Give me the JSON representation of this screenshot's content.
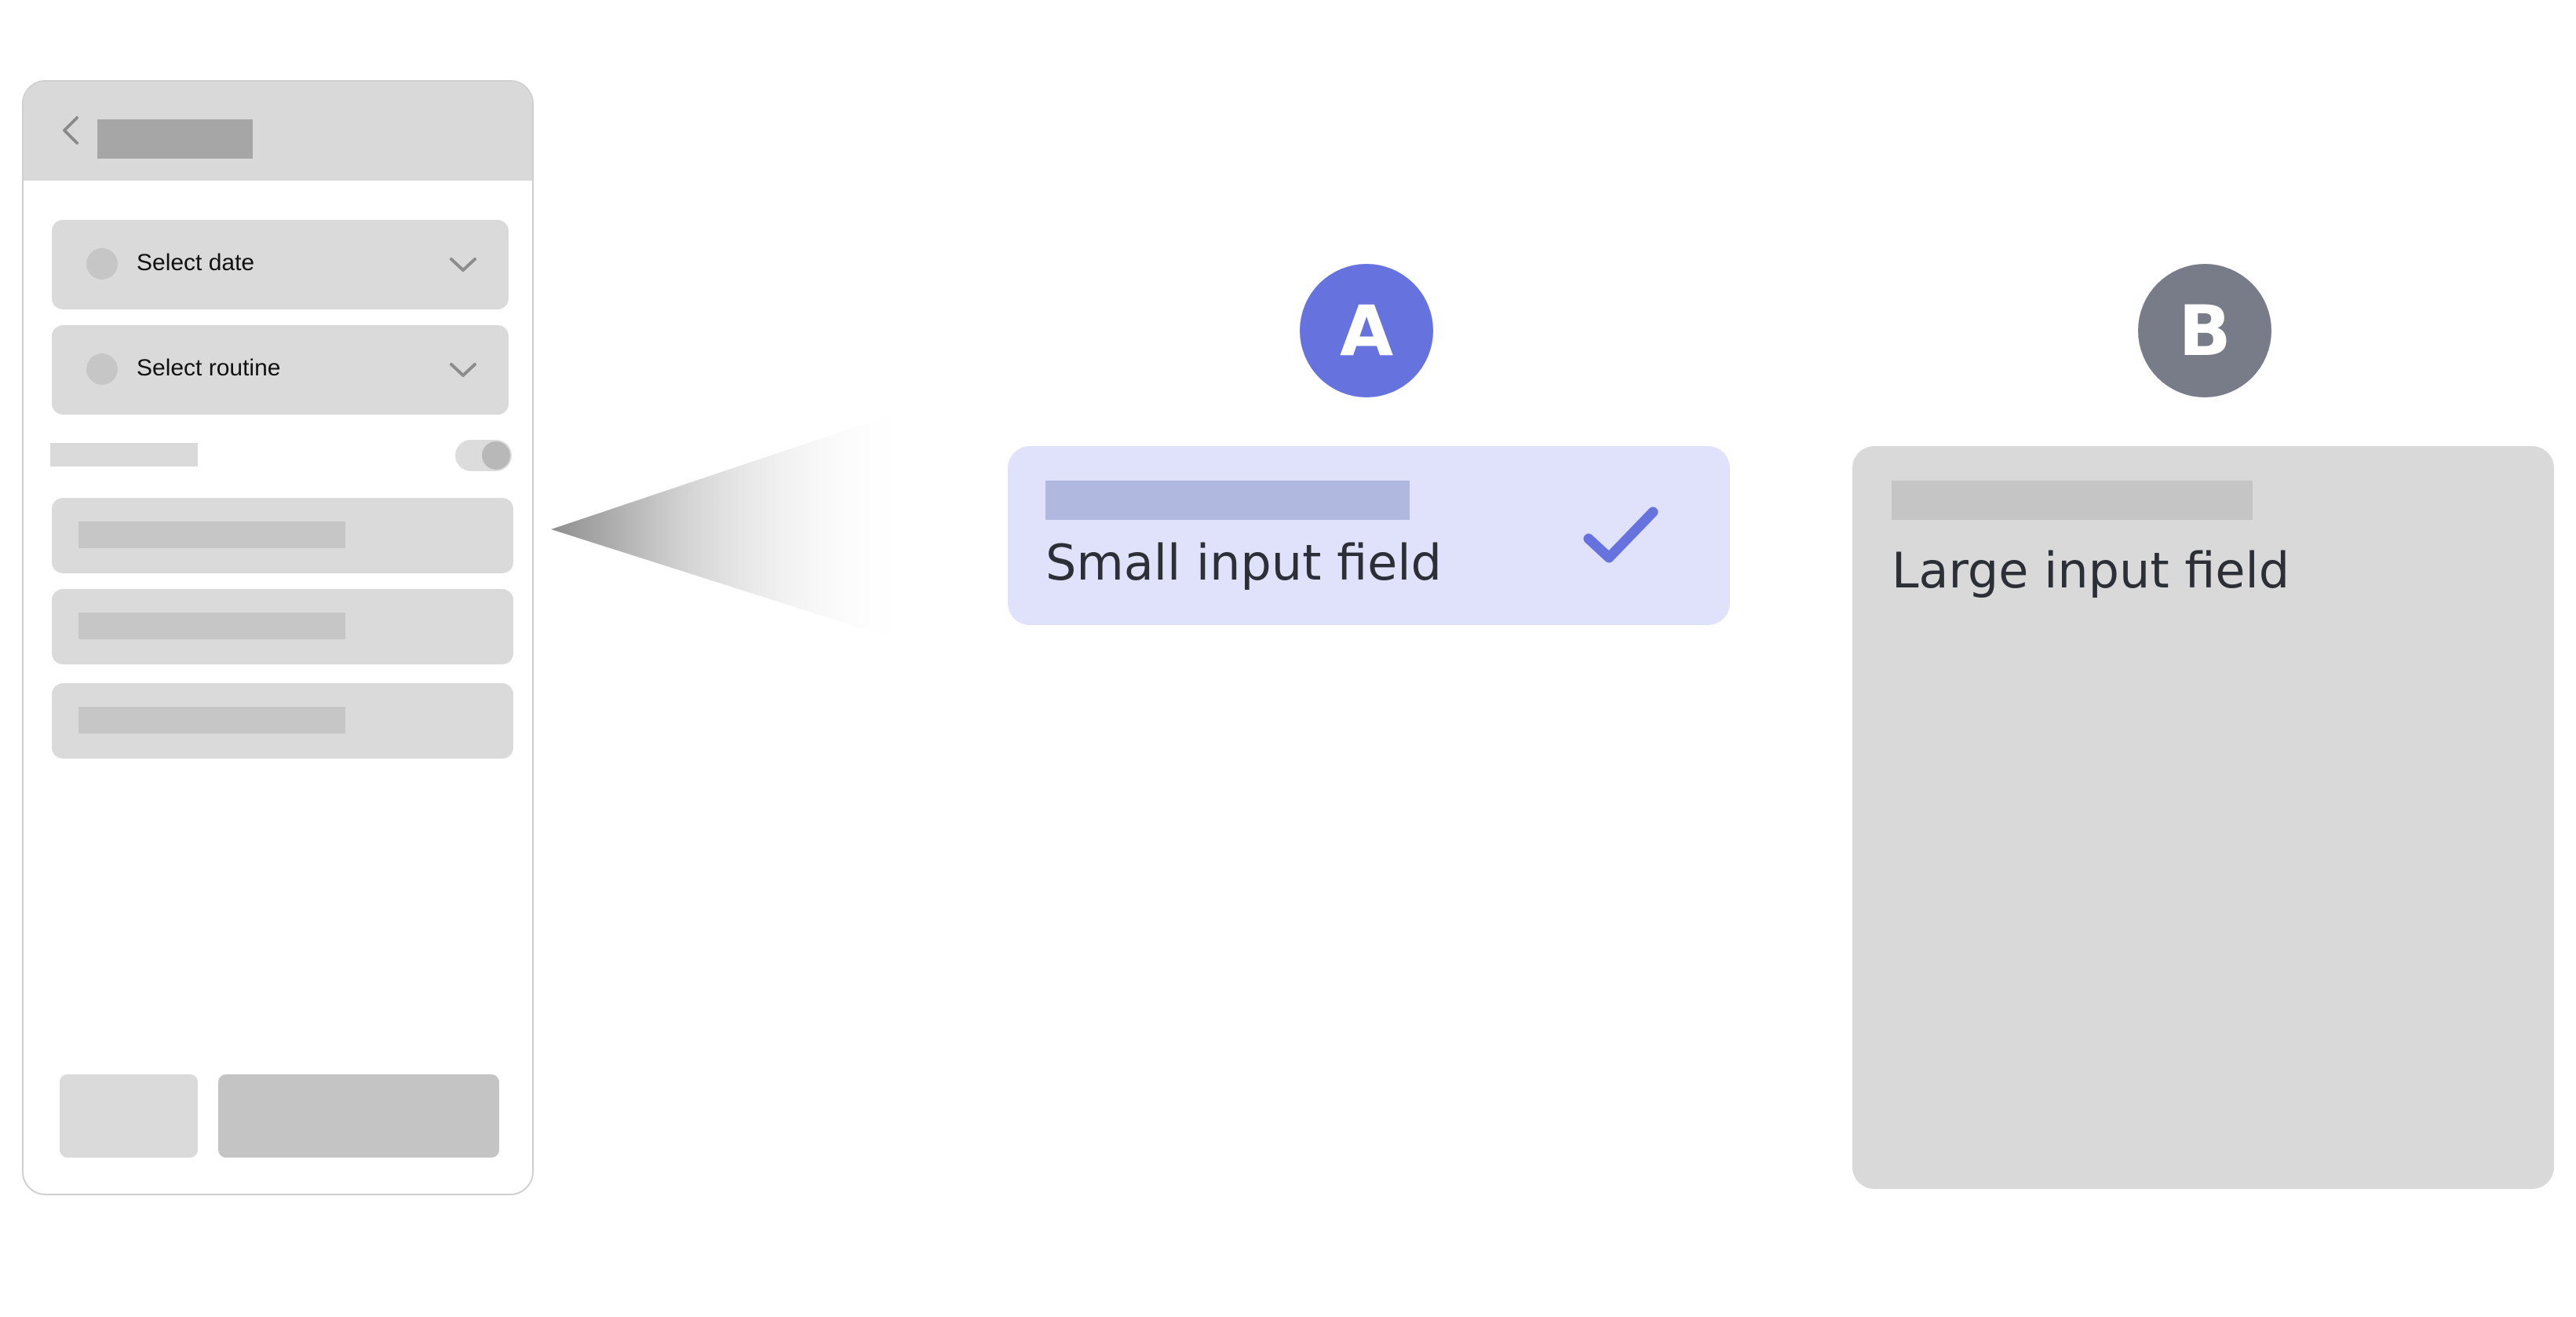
{
  "phone": {
    "icons": {
      "back": "chevron-left-icon",
      "dropdown": "chevron-down-icon"
    },
    "dropdowns": [
      {
        "label": "Select date"
      },
      {
        "label": "Select routine"
      }
    ],
    "toggle": {
      "on": true
    }
  },
  "options": {
    "a": {
      "badge": "A",
      "field_text": "Small input field",
      "selected": true,
      "icon": "check-icon",
      "color": "#6673de",
      "card_color": "#e0e2fc"
    },
    "b": {
      "badge": "B",
      "field_text": "Large input field",
      "selected": false,
      "color": "#787c88",
      "card_color": "#d9d9d9"
    }
  }
}
